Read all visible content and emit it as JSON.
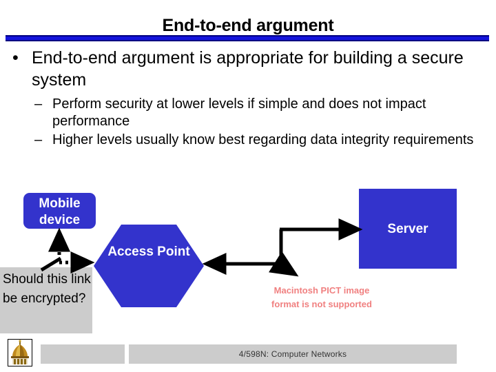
{
  "slide": {
    "title": "End-to-end argument",
    "bullets": [
      {
        "marker": "•",
        "text": "End-to-end argument is appropriate for building a secure system",
        "sub": [
          {
            "marker": "–",
            "text": "Perform security at lower levels if simple and does not impact performance"
          },
          {
            "marker": "–",
            "text": "Higher levels usually know best regarding data integrity requirements"
          }
        ]
      }
    ]
  },
  "diagram": {
    "mobile_device_label": "Mobile device",
    "access_point_label": "Access Point",
    "server_label": "Server",
    "callout_text": "Should this link be encrypted?",
    "pict_placeholder": "Macintosh PICT image format is not supported",
    "colors": {
      "node_blue": "#3333CC",
      "callout_gray": "#CCCCCC",
      "pict_salmon": "#F08080",
      "arrow_black": "#000000"
    }
  },
  "footer": {
    "text": "4/598N: Computer Networks",
    "logo_alt": "golden-dome-logo"
  },
  "theme": {
    "rule_blue": "#1414DC",
    "rule_border": "#000080"
  }
}
